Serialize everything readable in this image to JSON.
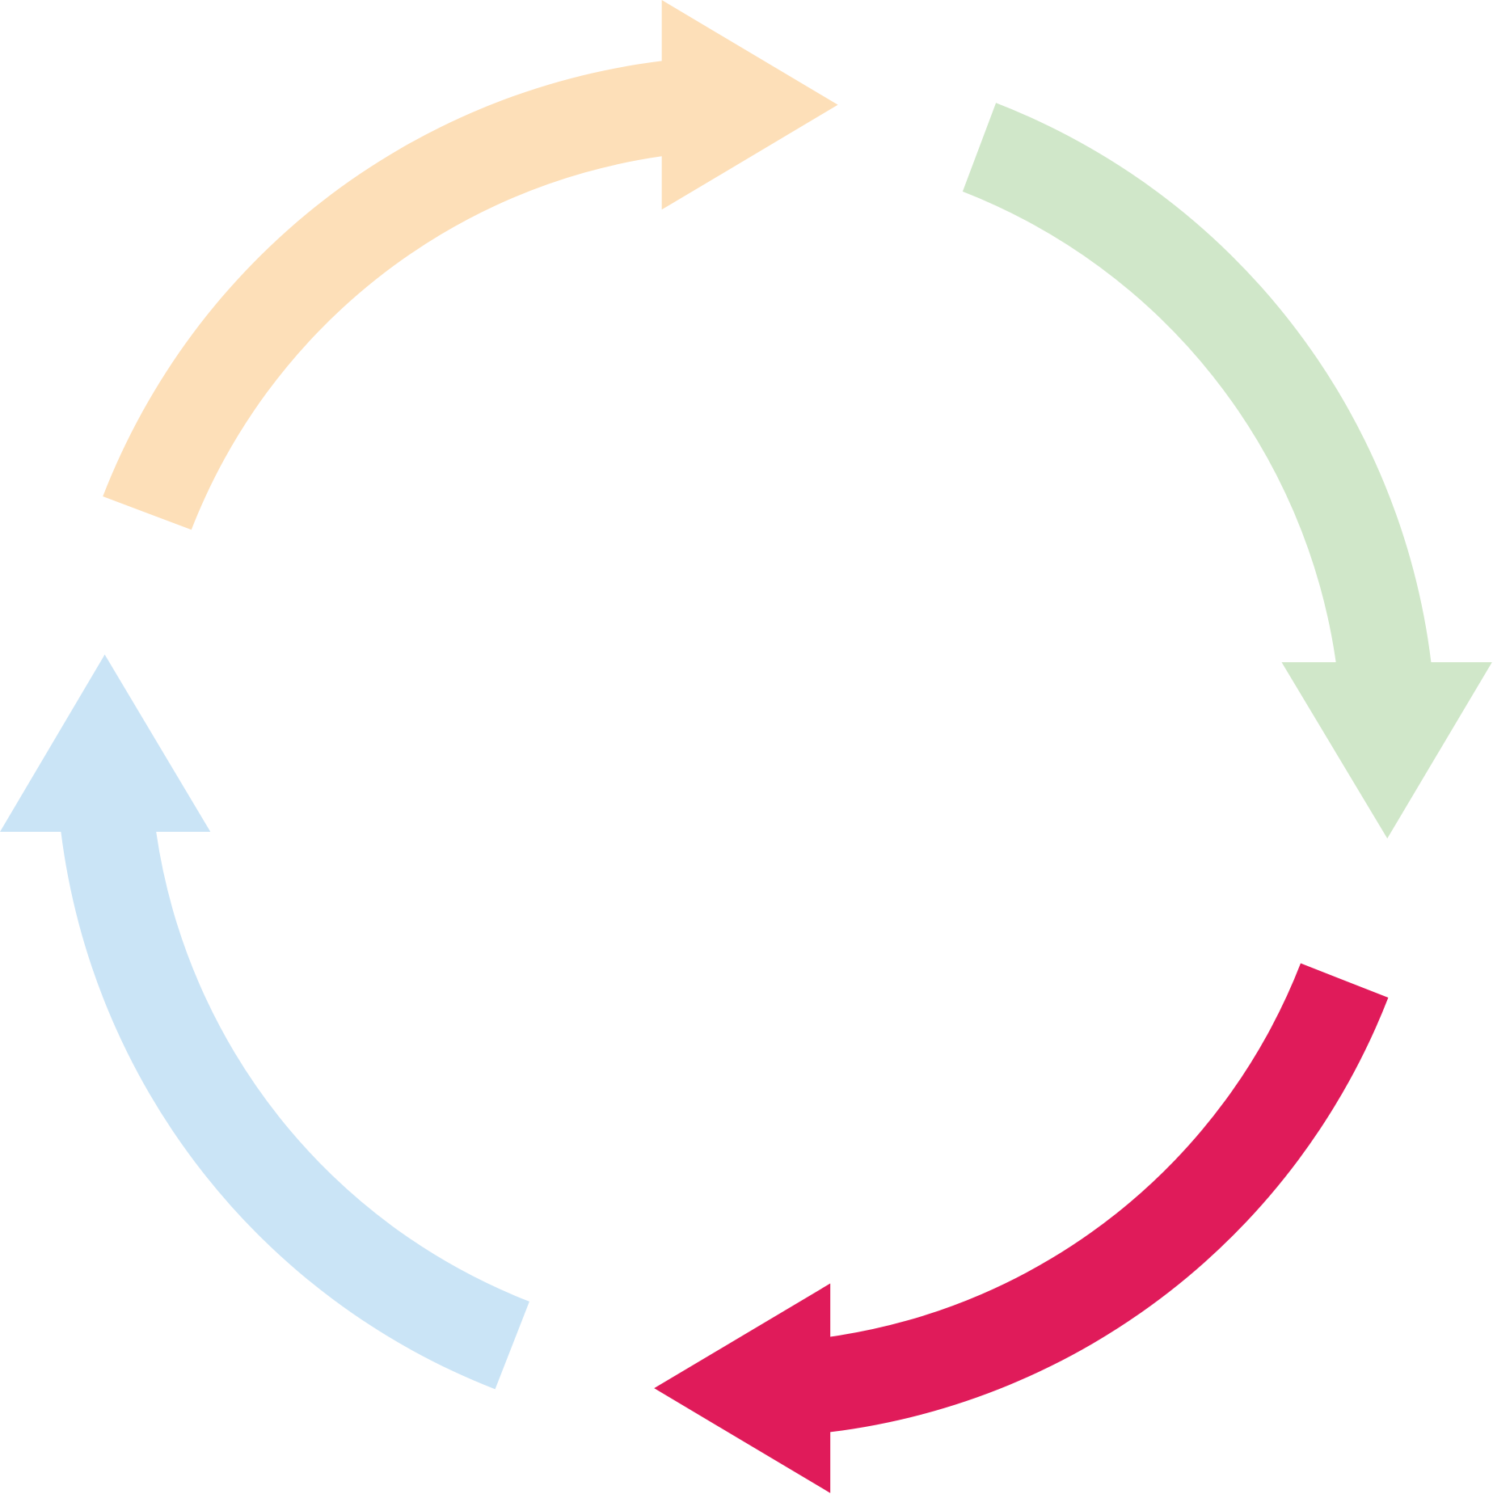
{
  "diagram": {
    "type": "cycle",
    "direction": "clockwise",
    "arrows": [
      {
        "name": "top-left-arrow",
        "color": "#FDDFB8"
      },
      {
        "name": "top-right-arrow",
        "color": "#D0E7C9"
      },
      {
        "name": "bottom-right-arrow",
        "color": "#E01B5A"
      },
      {
        "name": "bottom-left-arrow",
        "color": "#CAE4F6"
      }
    ]
  }
}
